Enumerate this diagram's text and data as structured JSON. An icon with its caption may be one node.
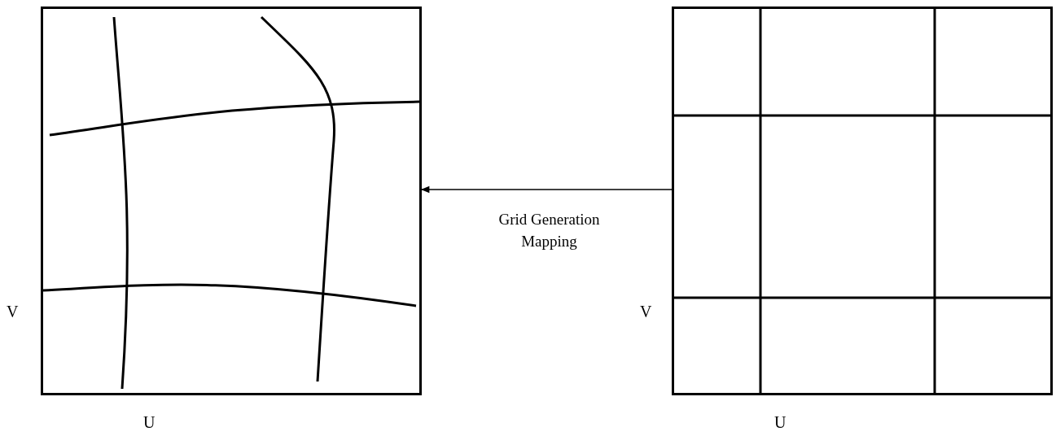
{
  "diagram": {
    "nodes": [
      {
        "text": [],
        "shape": "box",
        "beside": [
          "V",
          "U"
        ]
      },
      {
        "text": [],
        "shape": "box",
        "beside": [
          "V",
          "U"
        ]
      }
    ],
    "edges": [
      {
        "from": 1,
        "to": 0,
        "arrow": "to",
        "label": "Grid Generation Mapping"
      }
    ]
  }
}
